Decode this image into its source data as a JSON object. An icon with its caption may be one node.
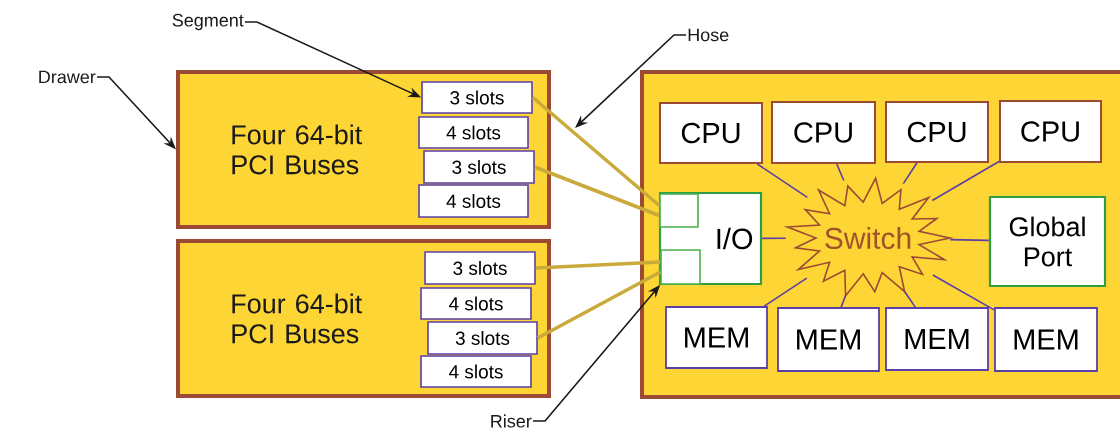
{
  "diagram": {
    "nodes": [
      {
        "text": [
          "Drawer"
        ]
      },
      {
        "text": [
          "Segment"
        ]
      },
      {
        "text": [
          "Hose"
        ]
      },
      {
        "text": [
          "Riser"
        ]
      },
      {
        "text": [
          "Four 64-bit PCI Buses"
        ]
      },
      {
        "text": [
          "3 slots"
        ],
        "in": 4
      },
      {
        "text": [
          "4 slots"
        ],
        "in": 4
      },
      {
        "text": [
          "3 slots"
        ],
        "in": 4
      },
      {
        "text": [
          "4 slots"
        ],
        "in": 4
      },
      {
        "text": [
          "Four 64-bit PCI Buses"
        ]
      },
      {
        "text": [
          "3 slots"
        ],
        "in": 9
      },
      {
        "text": [
          "4 slots"
        ],
        "in": 9
      },
      {
        "text": [
          "3 slots"
        ],
        "in": 9
      },
      {
        "text": [
          "4 slots"
        ],
        "in": 9
      },
      {
        "text": [],
        "shape": "box"
      },
      {
        "text": [
          "CPU"
        ],
        "in": 14
      },
      {
        "text": [
          "CPU"
        ],
        "in": 14
      },
      {
        "text": [
          "CPU"
        ],
        "in": 14
      },
      {
        "text": [
          "CPU"
        ],
        "in": 14
      },
      {
        "text": [
          "I/O"
        ],
        "in": 14
      },
      {
        "text": [],
        "shape": "box",
        "in": 19
      },
      {
        "text": [],
        "shape": "box",
        "in": 19
      },
      {
        "text": [
          "Switch"
        ],
        "in": 14
      },
      {
        "text": [
          "Global Port"
        ],
        "in": 14
      },
      {
        "text": [
          "MEM"
        ],
        "in": 14
      },
      {
        "text": [
          "MEM"
        ],
        "in": 14
      },
      {
        "text": [
          "MEM"
        ],
        "in": 14
      },
      {
        "text": [
          "MEM"
        ],
        "in": 14
      }
    ],
    "edges": [
      {
        "from": 0,
        "to": 4,
        "arrow": "to",
        "color": "#1a1a1a"
      },
      {
        "from": 1,
        "to": 5,
        "arrow": "to",
        "color": "#1a1a1a"
      },
      {
        "from": 2,
        "to": null,
        "arrow": "to",
        "color": "#1a1a1a"
      },
      {
        "from": 3,
        "to": 21,
        "arrow": "to",
        "color": "#1a1a1a"
      },
      {
        "from": 5,
        "to": 20,
        "arrow": "none",
        "style": "thick",
        "color": "#c9aa3b"
      },
      {
        "from": 7,
        "to": 20,
        "arrow": "none",
        "style": "thick",
        "color": "#c9aa3b"
      },
      {
        "from": 10,
        "to": 21,
        "arrow": "none",
        "style": "thick",
        "color": "#c9aa3b"
      },
      {
        "from": 12,
        "to": 21,
        "arrow": "none",
        "style": "thick",
        "color": "#c9aa3b"
      },
      {
        "from": 15,
        "to": 22,
        "arrow": "none"
      },
      {
        "from": 16,
        "to": 22,
        "arrow": "none"
      },
      {
        "from": 17,
        "to": 22,
        "arrow": "none"
      },
      {
        "from": 18,
        "to": 22,
        "arrow": "none"
      },
      {
        "from": 19,
        "to": 22,
        "arrow": "none"
      },
      {
        "from": 22,
        "to": 23,
        "arrow": "none"
      },
      {
        "from": 22,
        "to": 24,
        "arrow": "none"
      },
      {
        "from": 22,
        "to": 25,
        "arrow": "none"
      },
      {
        "from": 22,
        "to": 26,
        "arrow": "none"
      },
      {
        "from": 22,
        "to": 27,
        "arrow": "none"
      }
    ]
  }
}
